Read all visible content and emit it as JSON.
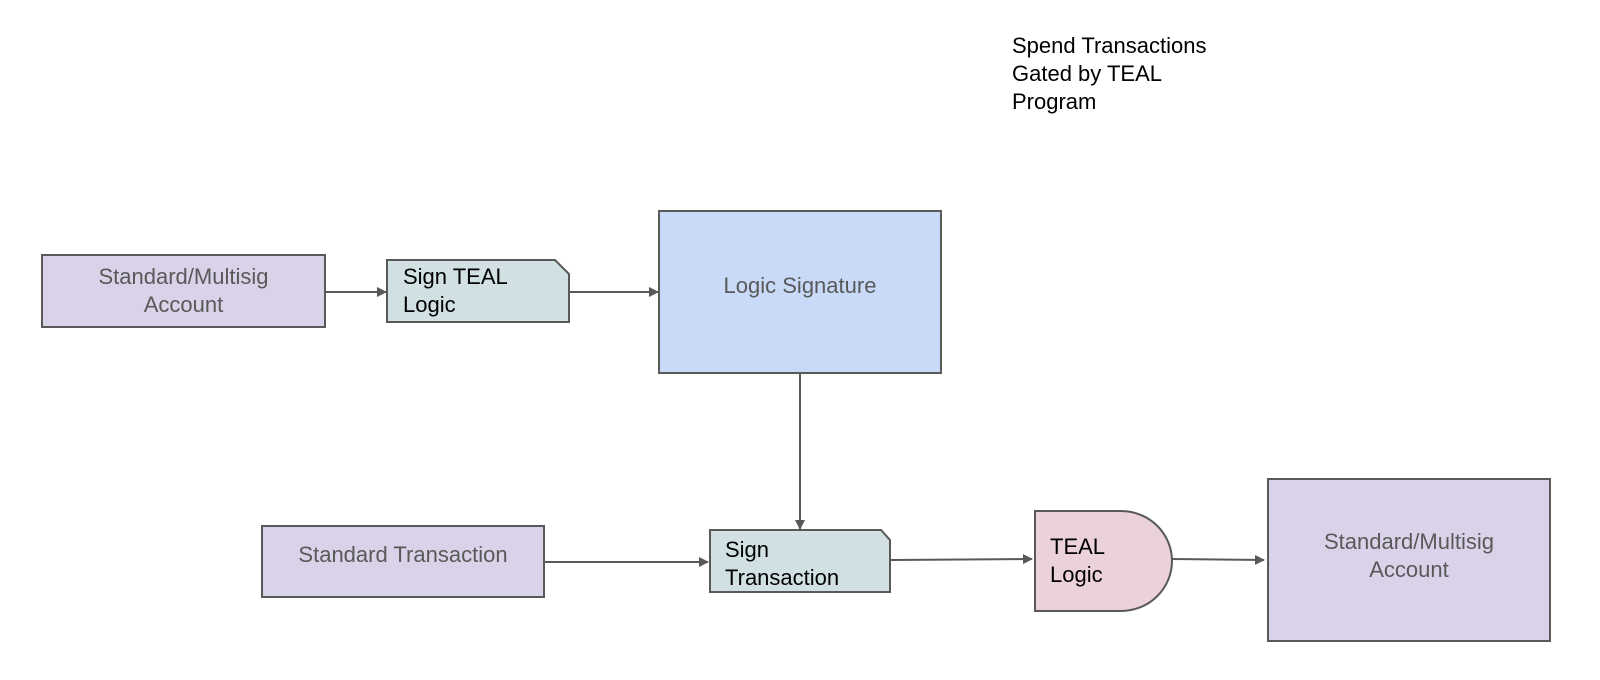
{
  "title": {
    "lines": [
      "Spend Transactions",
      "Gated by TEAL",
      "Program"
    ]
  },
  "nodes": {
    "account_top": {
      "lines": [
        "Standard/Multisig",
        "Account"
      ]
    },
    "sign_teal_logic": {
      "lines": [
        "Sign TEAL",
        "Logic"
      ]
    },
    "logic_signature": {
      "lines": [
        "Logic Signature"
      ]
    },
    "standard_transaction": {
      "lines": [
        "Standard Transaction"
      ]
    },
    "sign_transaction": {
      "lines": [
        "Sign",
        "Transaction"
      ]
    },
    "teal_logic": {
      "lines": [
        "TEAL",
        "Logic"
      ]
    },
    "account_bottom": {
      "lines": [
        "Standard/Multisig",
        "Account"
      ]
    }
  },
  "colors": {
    "account_fill": "#d9d2e9",
    "document_fill": "#d0e0e3",
    "logic_signature_fill": "#c9daf8",
    "teal_logic_fill": "#ead1dc",
    "stroke": "#595959"
  }
}
